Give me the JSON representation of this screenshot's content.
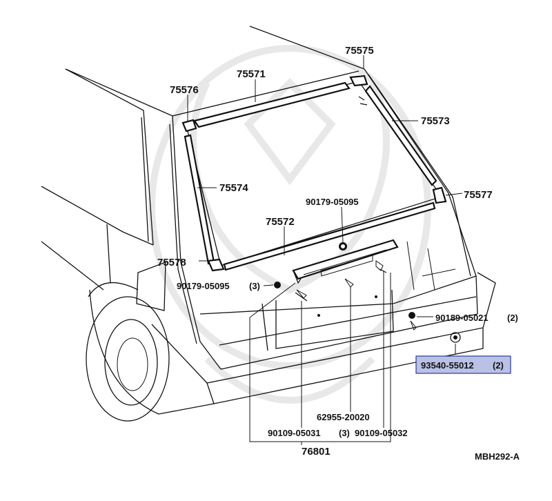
{
  "callouts": {
    "p75575": "75575",
    "p75571": "75571",
    "p75576": "75576",
    "p75573": "75573",
    "p75574": "75574",
    "p75577": "75577",
    "p90179_upper": "90179-05095",
    "p75572": "75572",
    "p75578": "75578",
    "p90179_lower": "90179-05095",
    "p90179_lower_qty": "(3)",
    "p90189": "90189-05021",
    "p90189_qty": "(2)",
    "p93540": "93540-55012",
    "p93540_qty": "(2)",
    "p62955": "62955-20020",
    "p90109_left": "90109-05031",
    "p90109_left_qty": "(3)",
    "p90109_right": "90109-05032",
    "p76801": "76801"
  },
  "diagram_code": "MBH292-A",
  "colors": {
    "highlight_fill": "#b9c1e4",
    "highlight_border": "#2a3a9a",
    "ink": "#111111",
    "watermark": "#e8e8e8"
  }
}
